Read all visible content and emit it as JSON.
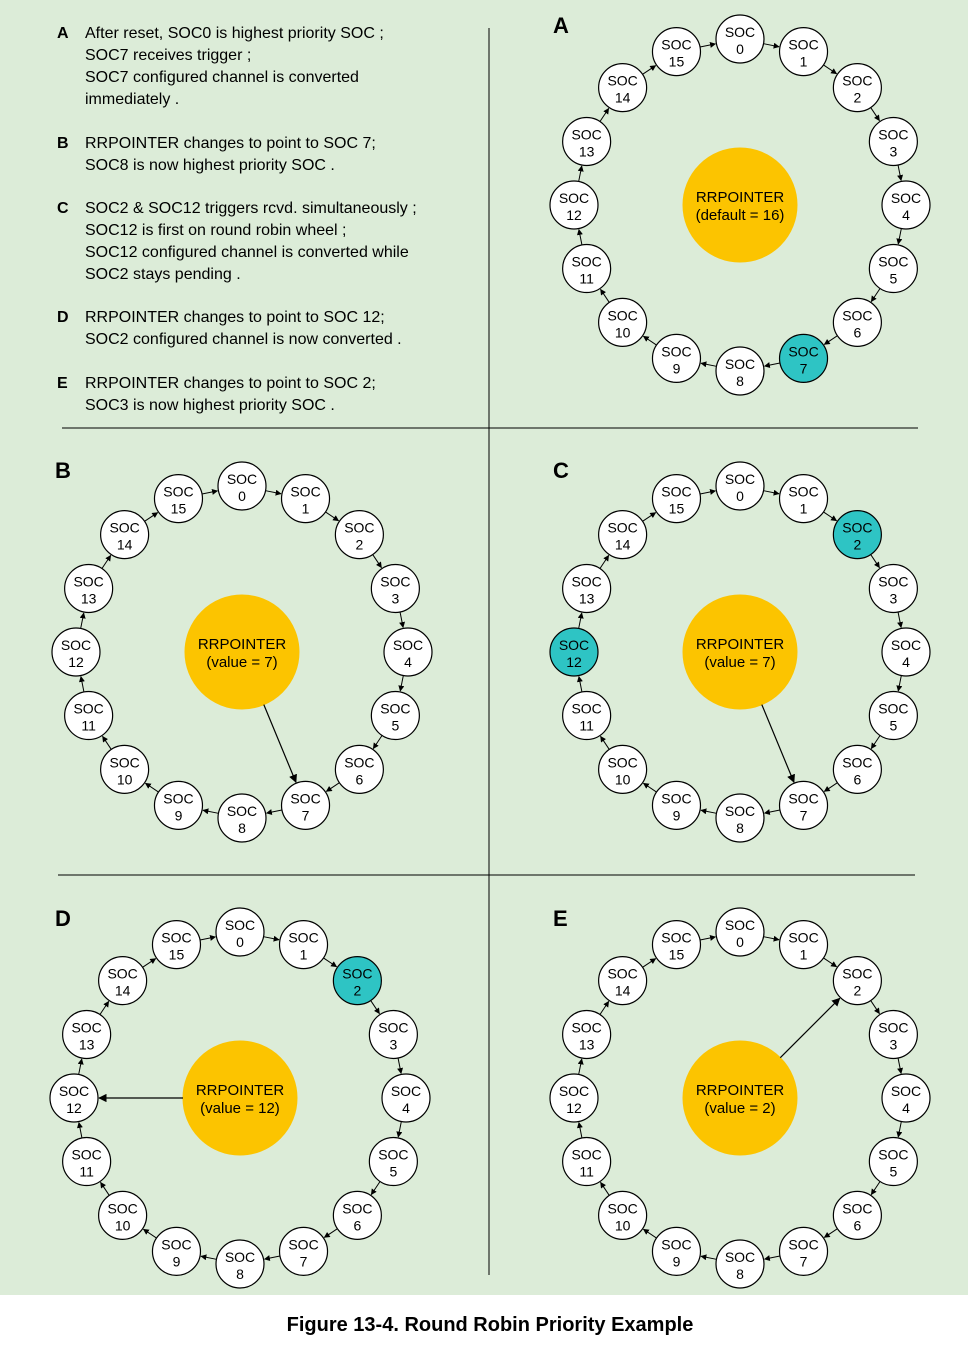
{
  "colors": {
    "background": "#dcecd8",
    "node_fill": "#ffffff",
    "node_active": "#2ec4c4",
    "pointer_fill": "#fcc400",
    "stroke": "#000000"
  },
  "descriptions": [
    {
      "letter": "A",
      "lines": [
        "After reset, SOC0 is highest priority SOC ;",
        "SOC7 receives trigger ;",
        "SOC7 configured channel is converted",
        "immediately ."
      ]
    },
    {
      "letter": "B",
      "lines": [
        "RRPOINTER changes to point to SOC 7;",
        "SOC8 is now highest priority SOC ."
      ]
    },
    {
      "letter": "C",
      "lines": [
        "SOC2 & SOC12 triggers rcvd. simultaneously ;",
        "SOC12 is first on round robin wheel ;",
        "SOC12 configured channel is converted while",
        "SOC2 stays pending ."
      ]
    },
    {
      "letter": "D",
      "lines": [
        "RRPOINTER changes to point to SOC 12;",
        "SOC2 configured channel is now converted ."
      ]
    },
    {
      "letter": "E",
      "lines": [
        "RRPOINTER changes to point to SOC 2;",
        "SOC3 is now highest priority SOC ."
      ]
    }
  ],
  "node_prefix": "SOC",
  "node_numbers": [
    "0",
    "1",
    "2",
    "3",
    "4",
    "5",
    "6",
    "7",
    "8",
    "9",
    "10",
    "11",
    "12",
    "13",
    "14",
    "15"
  ],
  "panels": [
    {
      "letter": "A",
      "pointer_line1": "RRPOINTER",
      "pointer_line2": "(default = 16)",
      "pointer_target": null,
      "highlighted": [
        7
      ]
    },
    {
      "letter": "B",
      "pointer_line1": "RRPOINTER",
      "pointer_line2": "(value = 7)",
      "pointer_target": 7,
      "highlighted": []
    },
    {
      "letter": "C",
      "pointer_line1": "RRPOINTER",
      "pointer_line2": "(value = 7)",
      "pointer_target": 7,
      "highlighted": [
        2,
        12
      ]
    },
    {
      "letter": "D",
      "pointer_line1": "RRPOINTER",
      "pointer_line2": "(value = 12)",
      "pointer_target": 12,
      "highlighted": [
        2
      ]
    },
    {
      "letter": "E",
      "pointer_line1": "RRPOINTER",
      "pointer_line2": "(value = 2)",
      "pointer_target": 2,
      "highlighted": []
    }
  ],
  "caption": "Figure 13-4. Round Robin Priority Example"
}
